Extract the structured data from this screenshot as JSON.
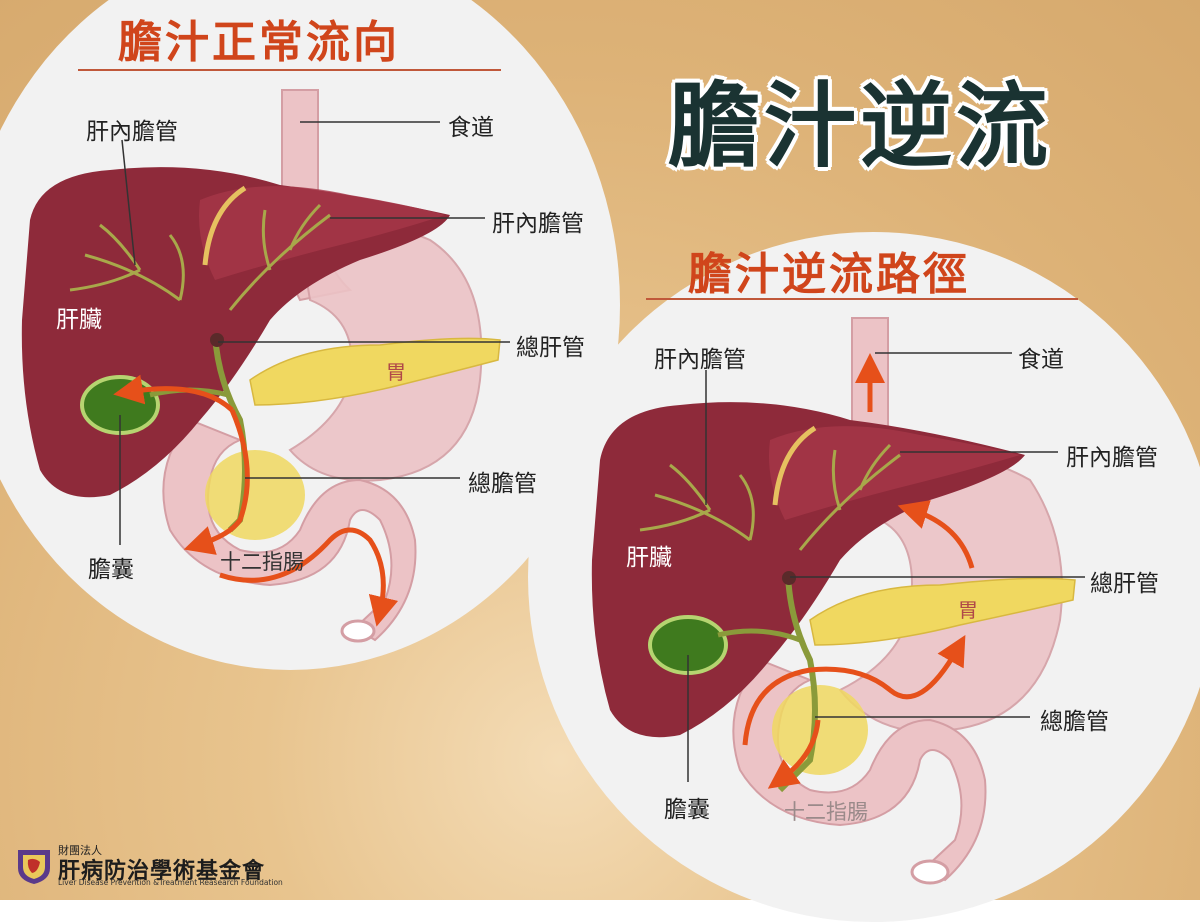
{
  "title": "膽汁逆流",
  "left_panel": {
    "heading": "膽汁正常流向",
    "labels": {
      "intrahepatic_left": "肝內膽管",
      "esophagus": "食道",
      "intrahepatic_right": "肝內膽管",
      "liver": "肝臟",
      "common_hepatic": "總肝管",
      "stomach": "胃",
      "common_bile": "總膽管",
      "gallbladder": "膽囊",
      "duodenum": "十二指腸"
    }
  },
  "right_panel": {
    "heading": "膽汁逆流路徑",
    "labels": {
      "intrahepatic_left": "肝內膽管",
      "esophagus": "食道",
      "intrahepatic_right": "肝內膽管",
      "liver": "肝臟",
      "common_hepatic": "總肝管",
      "stomach": "胃",
      "common_bile": "總膽管",
      "gallbladder": "膽囊",
      "duodenum": "十二指腸"
    }
  },
  "logo": {
    "small": "財團法人",
    "name": "肝病防治學術基金會",
    "english": "Liver Disease Prevention &Treatment Reasearch Foundation"
  },
  "colors": {
    "heading": "#d0451b",
    "title": "#1a3332",
    "arrow": "#e6501a",
    "liver": "#8e2a3a",
    "stomach": "#e8bcc0",
    "gallbladder": "#5a8a2a",
    "pancreas": "#f0d860"
  }
}
